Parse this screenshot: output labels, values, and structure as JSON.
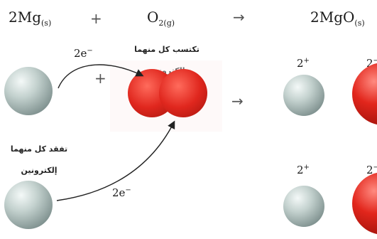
{
  "equation": {
    "reactant1": "2Mg",
    "reactant1_state": "(s)",
    "plus": "+",
    "reactant2": "O",
    "reactant2_sub": "2",
    "reactant2_state": "(g)",
    "arrow": "→",
    "product": "2MgO",
    "product_state": "(s)"
  },
  "oxygen_note": {
    "line1": "تكتسب كل منهما",
    "line2": "إلكترونين"
  },
  "magnesium_note": {
    "line1": "تفقد كل منهما",
    "line2": "إلكترونين"
  },
  "electrons_top": {
    "value": "2e",
    "sign": "−"
  },
  "electrons_bottom": {
    "value": "2e",
    "sign": "−"
  },
  "middle_plus": "+",
  "middle_arrow": "→",
  "ions": {
    "mg_top_charge": {
      "value": "2",
      "sign": "+"
    },
    "o_top_charge": {
      "value": "2",
      "sign": "−"
    },
    "mg_bottom_charge": {
      "value": "2",
      "sign": "+"
    },
    "o_bottom_charge": {
      "value": "2",
      "sign": "−"
    }
  },
  "colors": {
    "magnesium": "#b9c8c5",
    "oxygen": "#d6241b",
    "arrow": "#222222"
  }
}
